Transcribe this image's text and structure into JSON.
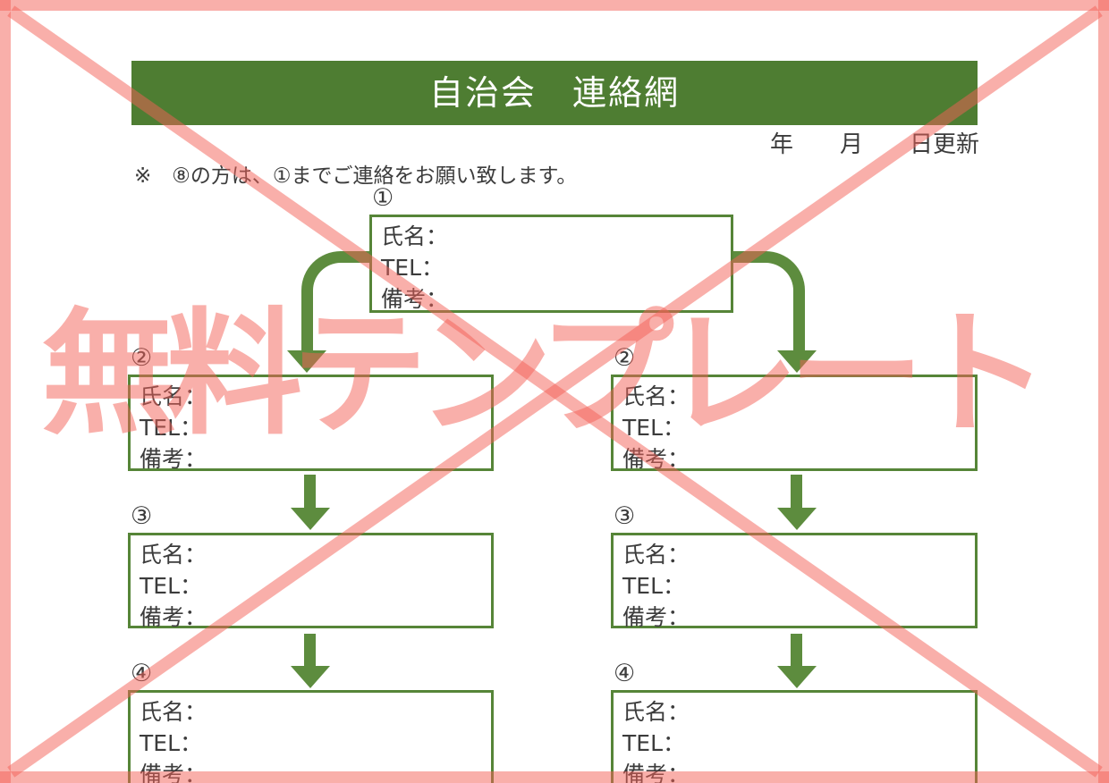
{
  "header": {
    "title": "自治会　連絡網"
  },
  "meta": {
    "date_line": "年　　月　　日更新",
    "note": "※　⑧の方は、①までご連絡をお願い致します。"
  },
  "watermark": {
    "text": "無料テンプレート"
  },
  "box_fields": [
    "氏名：",
    "TEL：",
    "備考："
  ],
  "nodes": [
    {
      "label": "①"
    },
    {
      "label": "②"
    },
    {
      "label": "②"
    },
    {
      "label": "③"
    },
    {
      "label": "③"
    },
    {
      "label": "④"
    },
    {
      "label": "④"
    }
  ],
  "colors": {
    "header_green": "#4E7D32",
    "box_border_green": "#568538",
    "arrow_green": "#5D8C3E",
    "text_dark": "#3C3C3C",
    "overlay_pink": "#F9AFA9"
  }
}
